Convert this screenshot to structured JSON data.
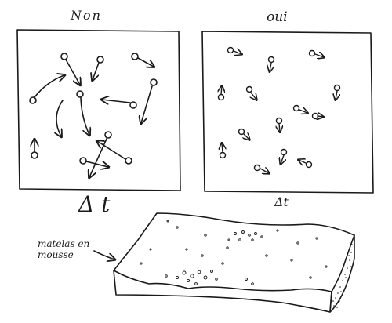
{
  "left_panel": {
    "title": "Non",
    "time_label": "Δ t"
  },
  "right_panel": {
    "title": "oui",
    "time_label": "Δt"
  },
  "foam": {
    "label": "matelas en\nmousse"
  }
}
